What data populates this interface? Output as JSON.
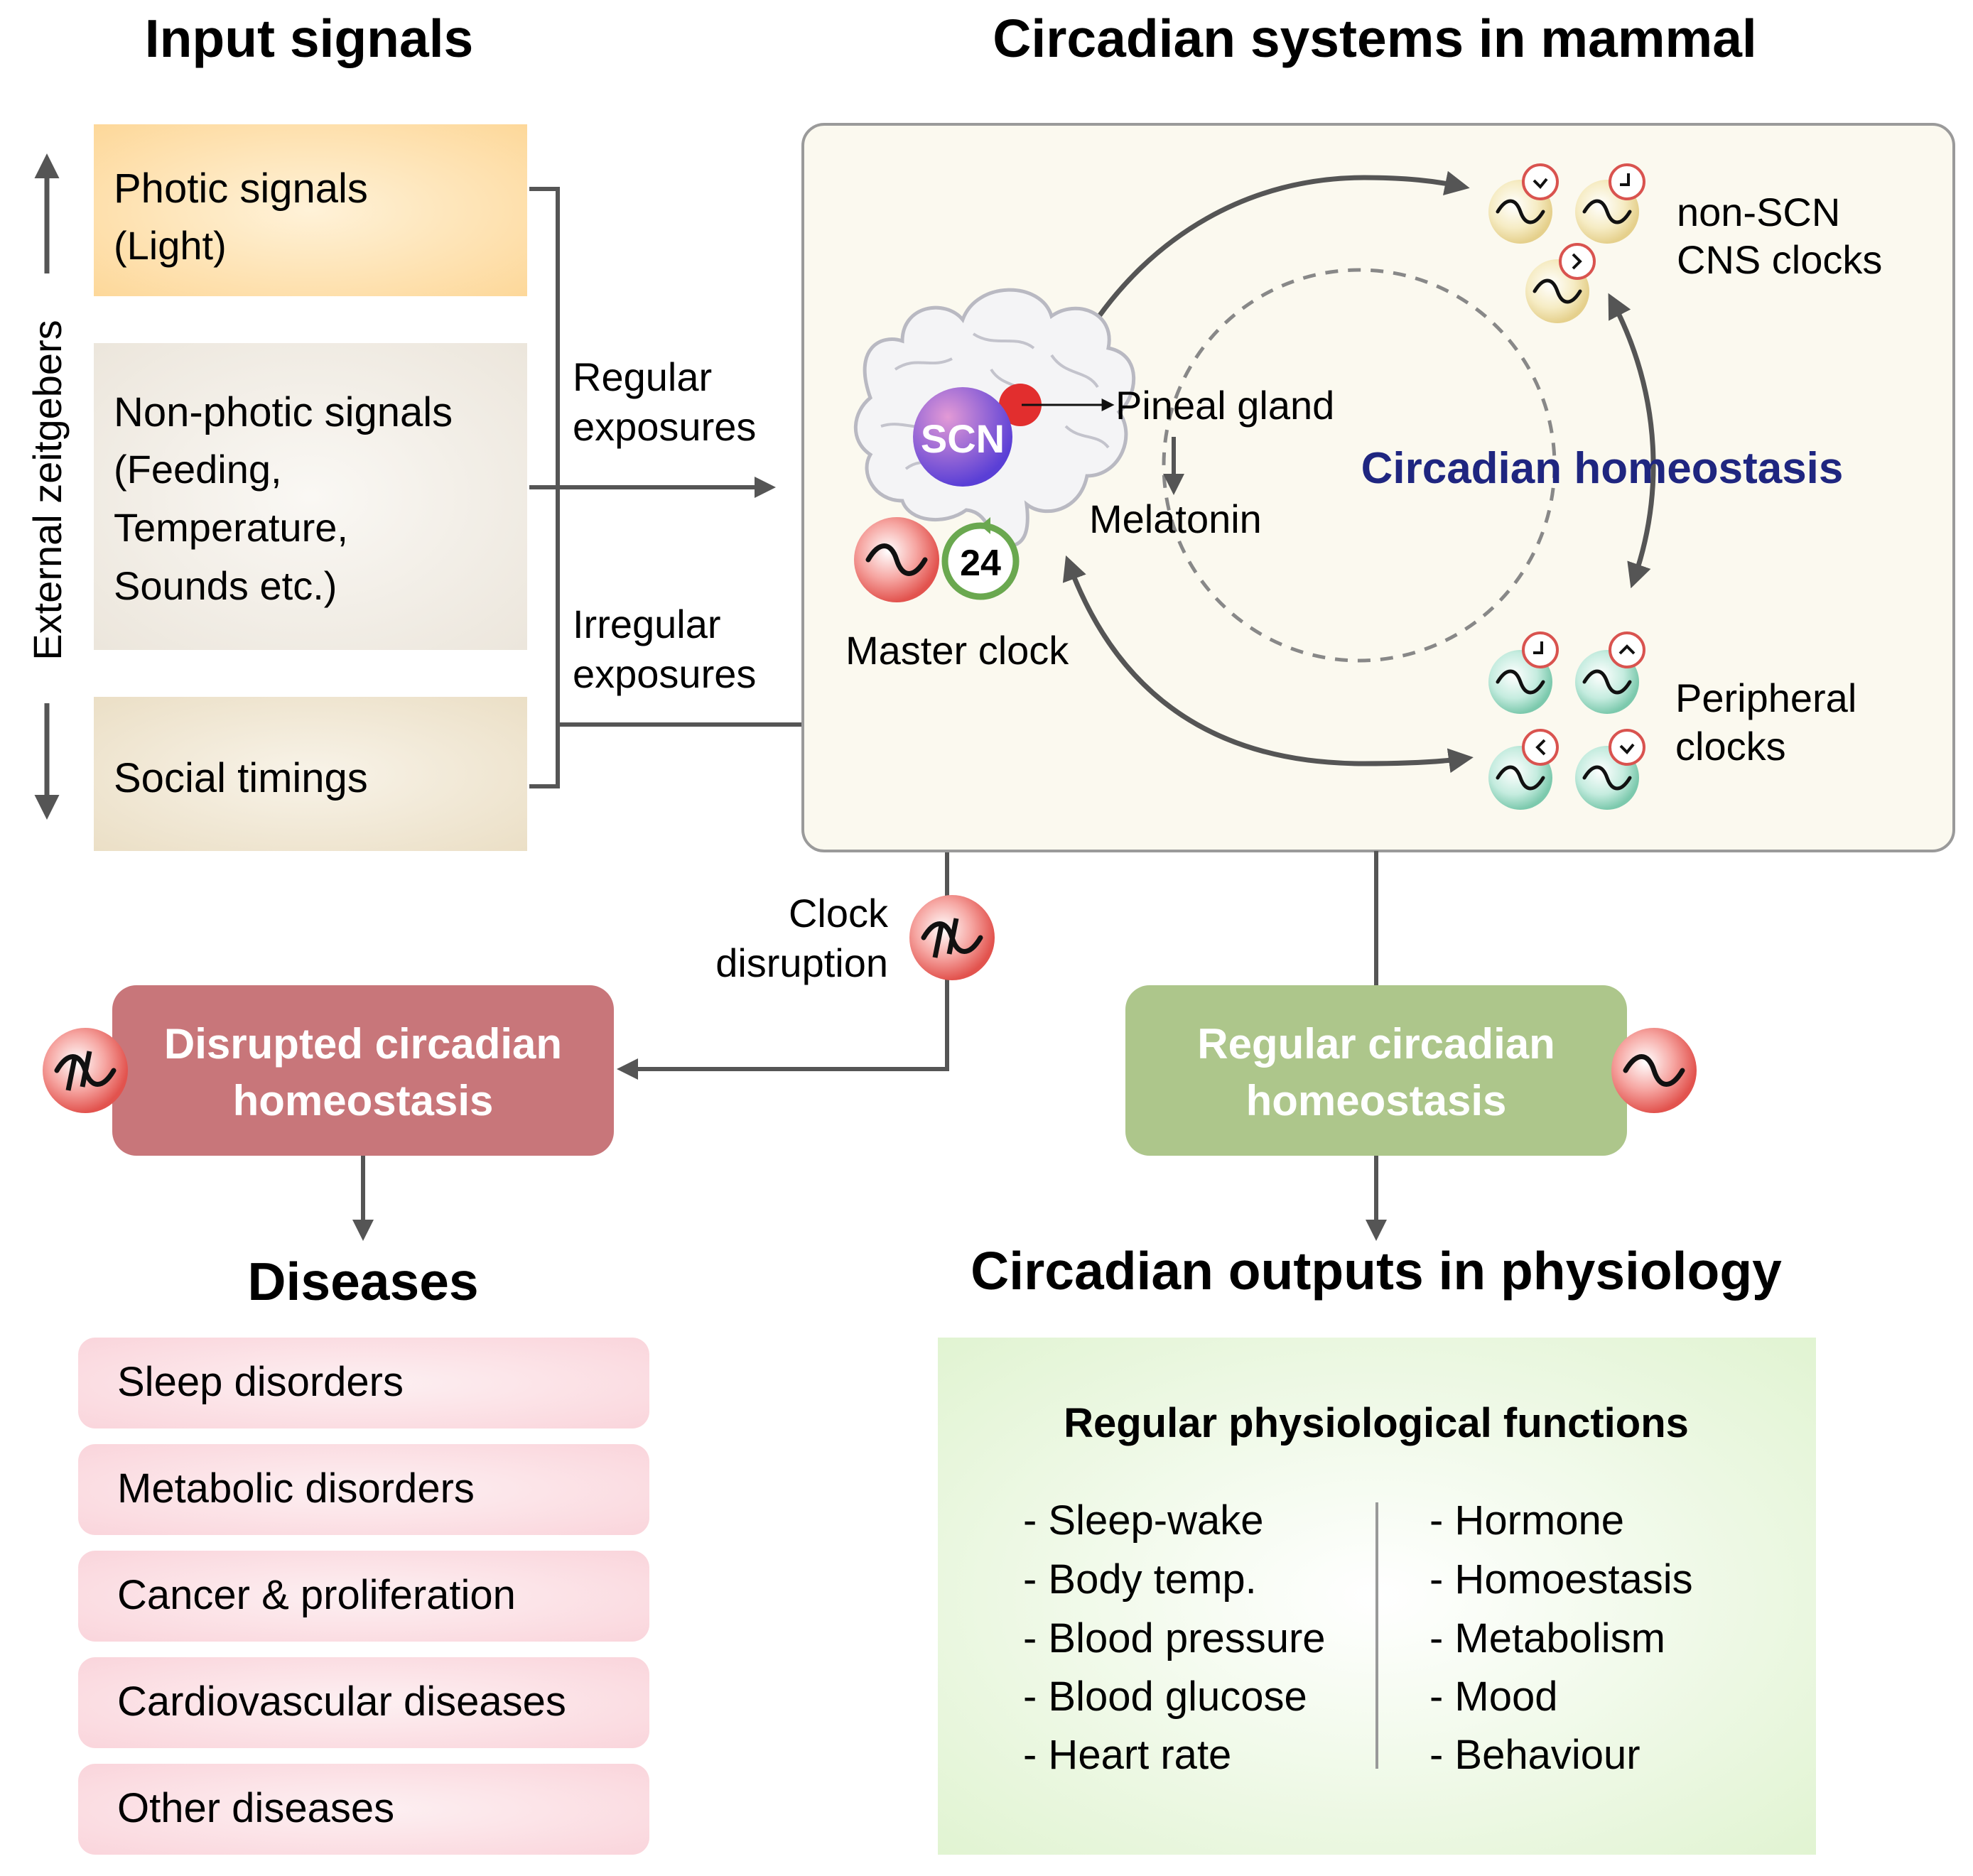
{
  "headings": {
    "input_signals": "Input signals",
    "circadian_systems": "Circadian systems in mammal",
    "diseases": "Diseases",
    "outputs": "Circadian outputs in physiology"
  },
  "zeitgebers_label": "External zeitgebers",
  "inputs": {
    "photic": {
      "title": "Photic signals",
      "sub": "(Light)"
    },
    "nonphotic": {
      "title": "Non-photic signals",
      "sub1": "(Feeding,",
      "sub2": "Temperature,",
      "sub3": "Sounds etc.)"
    },
    "social": {
      "title": "Social timings"
    }
  },
  "exposures": {
    "regular_1": "Regular",
    "regular_2": "exposures",
    "irregular_1": "Irregular",
    "irregular_2": "exposures"
  },
  "system": {
    "scn": "SCN",
    "num_24": "24",
    "master_clock": "Master clock",
    "pineal_gland": "Pineal gland",
    "melatonin": "Melatonin",
    "homeostasis": "Circadian homeostasis",
    "nonscn_1": "non-SCN",
    "nonscn_2": "CNS clocks",
    "peripheral_1": "Peripheral",
    "peripheral_2": "clocks"
  },
  "clock_disruption": {
    "line1": "Clock",
    "line2": "disruption"
  },
  "disrupted": {
    "line1": "Disrupted circadian",
    "line2": "homeostasis"
  },
  "regular": {
    "line1": "Regular circadian",
    "line2": "homeostasis"
  },
  "diseases_list": [
    "Sleep disorders",
    "Metabolic disorders",
    "Cancer & proliferation",
    "Cardiovascular diseases",
    "Other diseases"
  ],
  "functions": {
    "title": "Regular physiological functions",
    "left": [
      "- Sleep-wake",
      "- Body temp.",
      "- Blood pressure",
      "- Blood glucose",
      "- Heart rate"
    ],
    "right": [
      "- Hormone",
      "- Homoestasis",
      "- Metabolism",
      "- Mood",
      "- Behaviour"
    ]
  },
  "colors": {
    "photic_box": "#fde3b4",
    "nonphotic_box": "#f1ede7",
    "social_box": "#efe7d6",
    "system_panel": "#fbf9ef",
    "disrupted_box": "#c8767a",
    "regular_box": "#adc68b",
    "disease_item": "#fbdde2",
    "functions_panel": "#e6f5db",
    "homeostasis_text": "#1f2680",
    "arrow": "#555555"
  }
}
